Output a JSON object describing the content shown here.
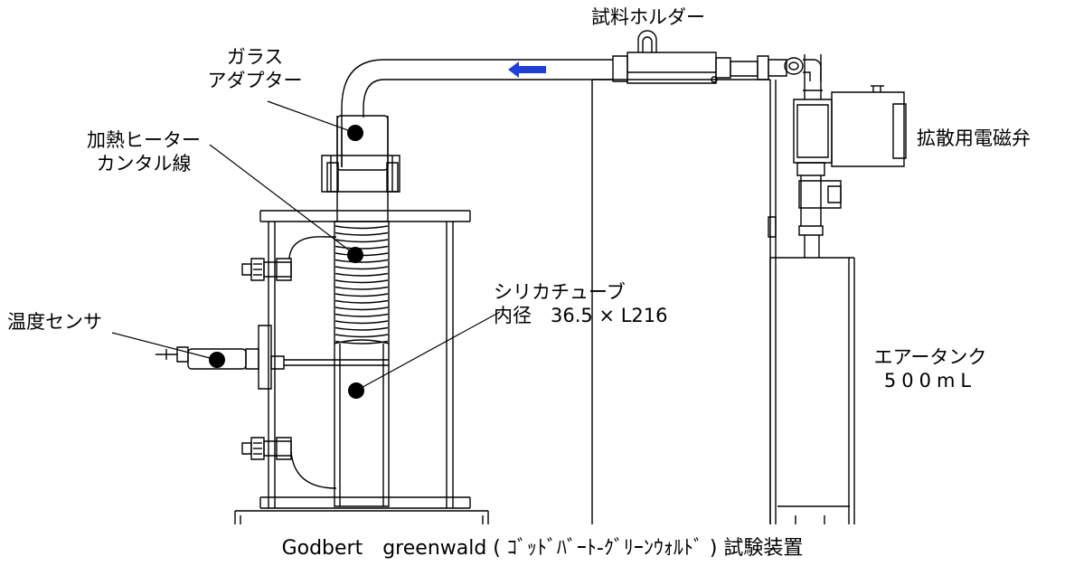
{
  "labels": {
    "sample_holder": "試料ホルダー",
    "glass_adapter_line1": "ガラス",
    "glass_adapter_line2": "アダプター",
    "heater_line1": "加熱ヒーター",
    "heater_line2": "カンタル線",
    "solenoid_valve": "拡散用電磁弁",
    "temp_sensor": "温度センサ",
    "silica_tube_line1": "シリカチューブ",
    "silica_tube_line2": "内径　36.5 × L216",
    "air_tank_line1": "エアータンク",
    "air_tank_line2": "500mL",
    "caption": "Godbert　greenwald ( ｺﾞｯﾄﾞﾊﾞｰﾄ-ｸﾞﾘｰﾝｳｫﾙﾄﾞ ) 試験装置"
  },
  "colors": {
    "line": "#000000",
    "flow_arrow": "#1f3fd6",
    "background": "#ffffff"
  },
  "icons": {
    "flow_arrow": "left-arrow"
  }
}
